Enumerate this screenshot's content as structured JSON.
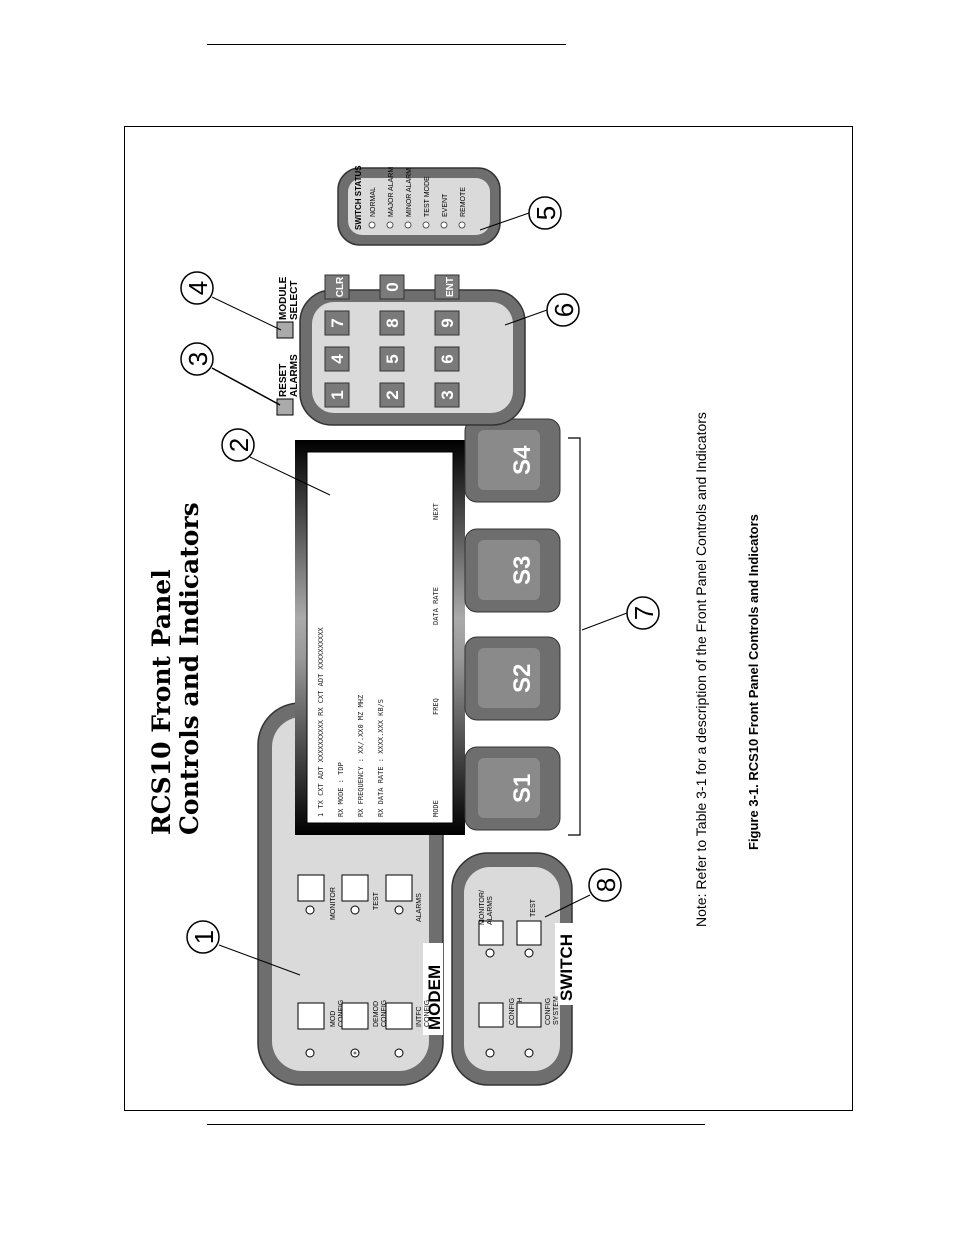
{
  "figure": {
    "title_line1": "RCS10 Front Panel",
    "title_line2": "Controls and Indicators",
    "note": "Note:  Refer to Table 3-1 for a description of the Front Panel Controls and Indicators",
    "caption": "Figure 3-1.  RCS10 Front Panel Controls and Indicators"
  },
  "callouts": [
    "1",
    "2",
    "3",
    "4",
    "5",
    "6",
    "7",
    "8"
  ],
  "modem": {
    "label": "MODEM",
    "buttons": [
      "MOD\nCONFIG",
      "DEMOD\nCONFIG",
      "INTFC\nCONFIG",
      "MONITOR",
      "TEST",
      "ALARMS"
    ]
  },
  "switch": {
    "label": "SWITCH",
    "buttons": [
      "CONFIG\nSWITCH",
      "CONFIG\nSYSTEM",
      "MONITOR/\nALARMS",
      "TEST"
    ]
  },
  "lcd": {
    "lines": [
      "1  TX CXT ADT XXXXXXXXXX     RX CXT ADT XXXXXXXXXX",
      "RX MODE : TDP",
      "RX FREQUENCY : XX/.XX0 MZ MHZ",
      "RX DATA RATE : XXXX.XXX KB/S"
    ],
    "softkeys": [
      "MODE",
      "FREQ",
      "DATA RATE",
      "NEXT"
    ]
  },
  "soft_buttons": [
    "S1",
    "S2",
    "S3",
    "S4"
  ],
  "reset_alarms": "RESET\nALARMS",
  "module_select": "MODULE\nSELECT",
  "keypad": {
    "keys": [
      "1",
      "2",
      "3",
      "4",
      "5",
      "6",
      "7",
      "8",
      "9",
      "CLR",
      "0",
      "ENT"
    ]
  },
  "switch_status": {
    "title": "SWITCH STATUS",
    "items": [
      "NORMAL",
      "MAJOR ALARM",
      "MINOR ALARM",
      "TEST MODE",
      "EVENT",
      "REMOTE"
    ]
  }
}
